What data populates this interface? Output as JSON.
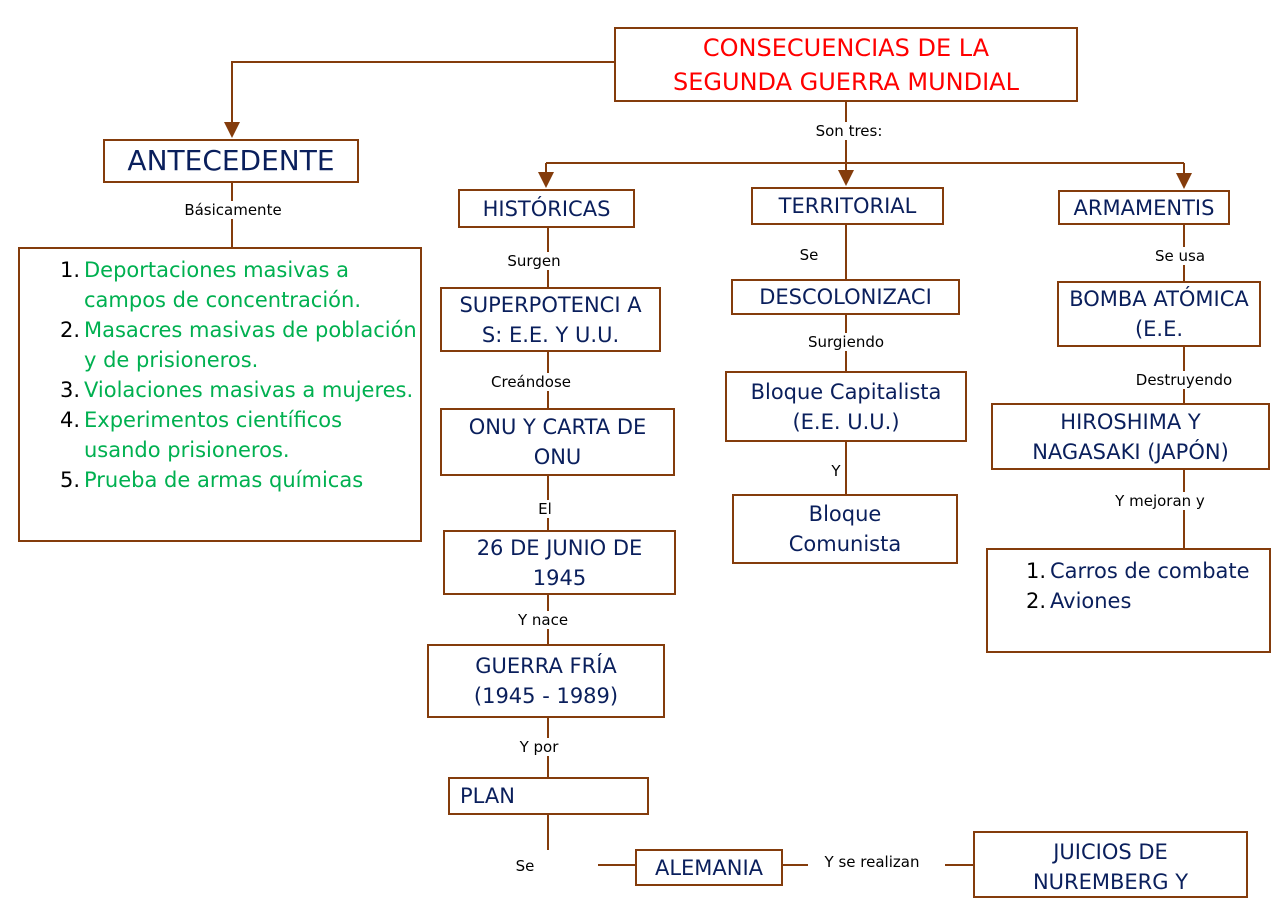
{
  "colors": {
    "border": "#843c0c",
    "node_text": "#0a1f5c",
    "title_text": "#ff0000",
    "list_text": "#00b050"
  },
  "title": "CONSECUENCIAS DE LA SEGUNDA GUERRA MUNDIAL",
  "nodes": {
    "antecedente": "ANTECEDENTE",
    "historicas": "HISTÓRICAS",
    "territorial": "TERRITORIAL",
    "armamentis": "ARMAMENTIS",
    "superpotencias": "SUPERPOTENCI AS: E.E. Y U.U.",
    "descolonizaci": "DESCOLONIZACI",
    "bomba": "BOMBA ATÓMICA (E.E.",
    "onu": "ONU Y CARTA DE ONU",
    "bloque_capitalista": "Bloque Capitalista (E.E. U.U.)",
    "hiroshima": "HIROSHIMA Y NAGASAKI (JAPÓN)",
    "fecha": "26 DE JUNIO DE 1945",
    "bloque_comunista": "Bloque Comunista",
    "guerra_fria": "GUERRA FRÍA (1945 - 1989)",
    "plan": "PLAN",
    "alemania": "ALEMANIA",
    "juicios": "JUICIOS DE NUREMBERG Y"
  },
  "antecedentes_list": [
    {
      "num": "1.",
      "text": "Deportaciones masivas a campos de concentración."
    },
    {
      "num": "2.",
      "text": "Masacres masivas de población y de prisioneros."
    },
    {
      "num": "3.",
      "text": "Violaciones masivas a mujeres."
    },
    {
      "num": "4.",
      "text": "Experimentos científicos usando prisioneros."
    },
    {
      "num": "5.",
      "text": "Prueba de armas químicas"
    }
  ],
  "armamento_list": [
    {
      "num": "1.",
      "text": "Carros de combate"
    },
    {
      "num": "2.",
      "text": "Aviones"
    }
  ],
  "links": {
    "son_tres": "Son tres:",
    "basicamente": "Básicamente",
    "surgen": "Surgen",
    "se_terr": "Se",
    "se_usa": "Se usa",
    "creandose": "Creándose",
    "surgiendo": "Surgiendo",
    "destruyendo": "Destruyendo",
    "el": "El",
    "y": "Y",
    "y_mejoran": "Y mejoran y",
    "y_nace": "Y nace",
    "y_por": "Y por",
    "se_plan": "Se",
    "y_se_realizan": "Y se realizan"
  }
}
